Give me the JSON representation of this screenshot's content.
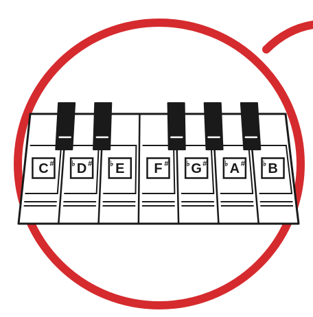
{
  "colors": {
    "ring": "#d52b2e",
    "outline": "#1a1a1a",
    "black_key": "#1a1a1a",
    "white_key": "#ffffff",
    "background": "#ffffff"
  },
  "white_keys": [
    {
      "letter": "C",
      "flat": "",
      "sharp": "#"
    },
    {
      "letter": "D",
      "flat": "♭",
      "sharp": "#"
    },
    {
      "letter": "E",
      "flat": "♭",
      "sharp": ""
    },
    {
      "letter": "F",
      "flat": "",
      "sharp": "#"
    },
    {
      "letter": "G",
      "flat": "♭",
      "sharp": "#"
    },
    {
      "letter": "A",
      "flat": "♭",
      "sharp": "#"
    },
    {
      "letter": "B",
      "flat": "♭",
      "sharp": ""
    }
  ]
}
